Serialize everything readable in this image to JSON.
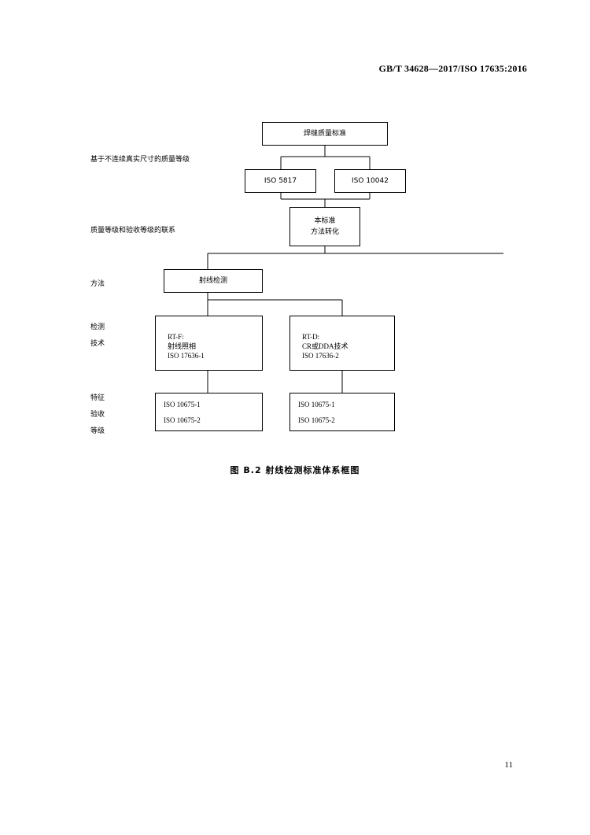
{
  "header": "GB/T 34628—2017/ISO 17635:2016",
  "labels": {
    "row1": "基于不连续真实尺寸的质量等级",
    "row2": "质量等级和验收等级的联系",
    "row3": "方法",
    "row4": [
      "检测",
      "技术"
    ],
    "row5": [
      "特征",
      "验收",
      "等级"
    ]
  },
  "boxes": {
    "top": "焊缝质量标准",
    "iso5817": "ISO 5817",
    "iso10042": "ISO 10042",
    "transform": [
      "本标准",
      "方法转化"
    ],
    "rt": "射线检测",
    "rtf": [
      "RT-F:",
      "射线照相",
      "ISO 17636-1"
    ],
    "rtd": [
      "RT-D:",
      "CR或DDA技术",
      "ISO 17636-2"
    ],
    "levels_left": [
      "ISO 10675-1",
      "ISO 10675-2"
    ],
    "levels_right": [
      "ISO 10675-1",
      "ISO 10675-2"
    ]
  },
  "caption": "图 B.2   射线检测标准体系框图",
  "page_number": "11"
}
